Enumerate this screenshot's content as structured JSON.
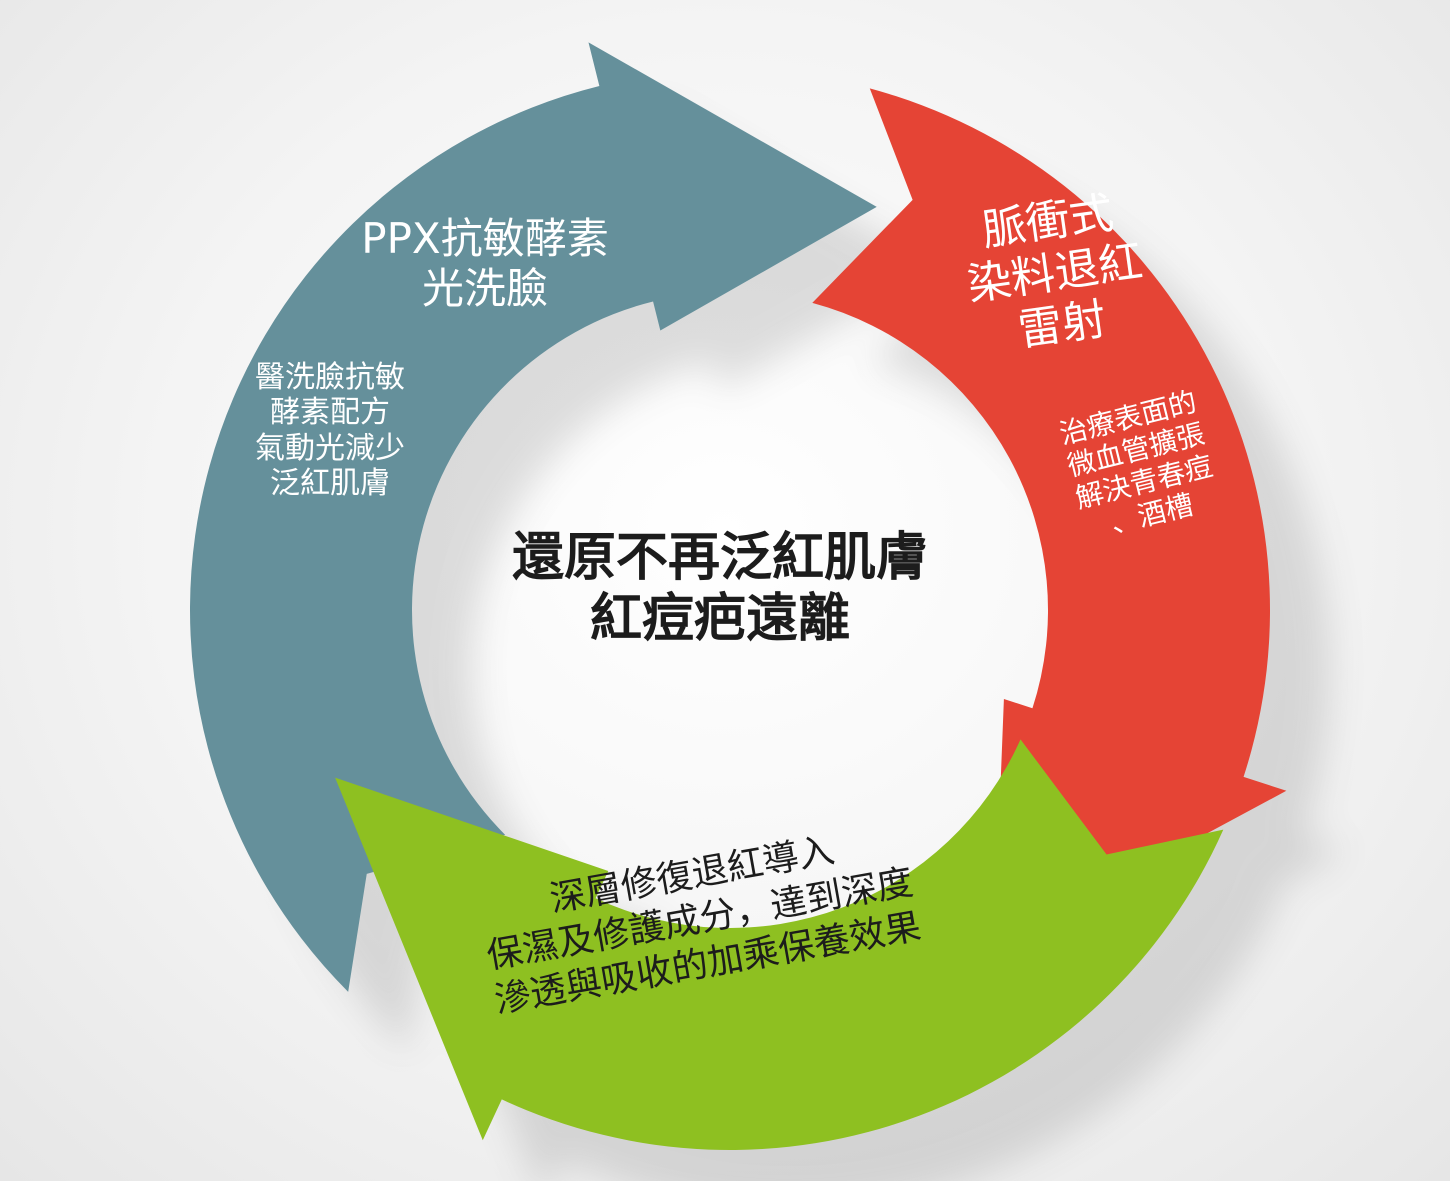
{
  "colors": {
    "blue_arrow": "#65909b",
    "red_arrow": "#e54435",
    "green_arrow": "#8ec021",
    "text_white": "#ffffff",
    "text_dark": "#1c1c1c"
  },
  "segments": {
    "blue": {
      "title_lines": [
        "PPX抗敏酵素",
        "光洗臉"
      ],
      "desc_lines": [
        "醫洗臉抗敏",
        "酵素配方",
        "氣動光減少",
        "泛紅肌膚"
      ]
    },
    "red": {
      "title_lines": [
        "脈衝式",
        "染料退紅",
        "雷射"
      ],
      "desc_lines": [
        "治療表面的",
        "微血管擴張",
        "解決青春痘",
        "、酒槽"
      ]
    },
    "green": {
      "desc_lines": [
        "深層修復退紅導入",
        "保濕及修護成分，達到深度",
        "滲透與吸收的加乘保養效果"
      ]
    }
  },
  "center": {
    "lines": [
      "還原不再泛紅肌膚",
      "紅痘疤遠離"
    ]
  }
}
